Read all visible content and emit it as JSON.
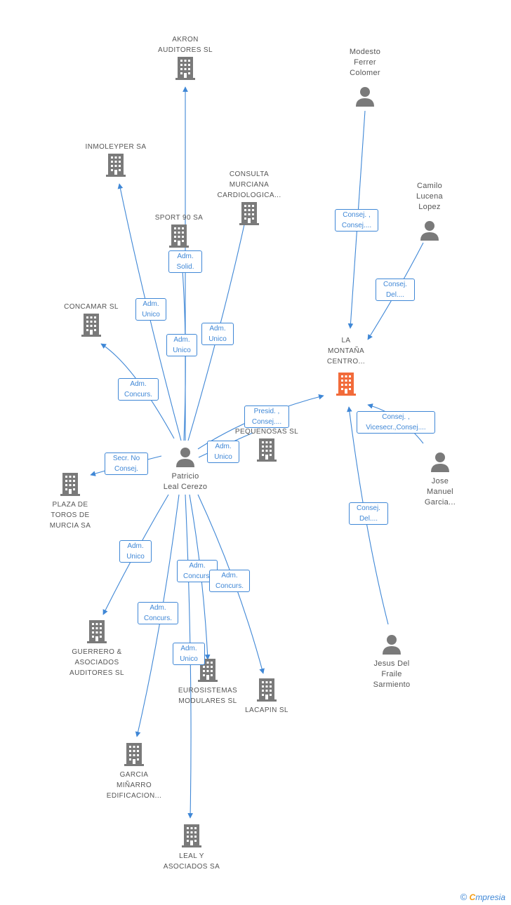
{
  "colors": {
    "edge": "#3f87d6",
    "company_icon": "#7a7a7a",
    "focus_icon": "#f26b3a",
    "person_icon": "#7a7a7a",
    "text": "#555555"
  },
  "nodes": {
    "akron": {
      "name": "AKRON\nAUDITORES SL",
      "kind": "company"
    },
    "inmoleyper": {
      "name": "INMOLEYPER SA",
      "kind": "company"
    },
    "consulta": {
      "name": "CONSULTA\nMURCIANA\nCARDIOLOGICA...",
      "kind": "company"
    },
    "sport90": {
      "name": "SPORT 90 SA",
      "kind": "company"
    },
    "concamar": {
      "name": "CONCAMAR SL",
      "kind": "company"
    },
    "pequenosas": {
      "name": "PEQUEÑOSAS SL",
      "kind": "company"
    },
    "plaza": {
      "name": "PLAZA DE\nTOROS DE\nMURCIA SA",
      "kind": "company"
    },
    "guerrero": {
      "name": "GUERRERO &\nASOCIADOS\nAUDITORES SL",
      "kind": "company"
    },
    "eurosistemas": {
      "name": "EUROSISTEMAS\nMODULARES SL",
      "kind": "company"
    },
    "lacapin": {
      "name": "LACAPIN SL",
      "kind": "company"
    },
    "garcia": {
      "name": "GARCIA\nMIÑARRO\nEDIFICACION...",
      "kind": "company"
    },
    "leal_asociados": {
      "name": "LEAL Y\nASOCIADOS SA",
      "kind": "company"
    },
    "la_montana": {
      "name": "LA\nMONTAÑA\nCENTRO...",
      "kind": "focus"
    },
    "patricio": {
      "name": "Patricio\nLeal Cerezo",
      "kind": "person"
    },
    "modesto": {
      "name": "Modesto\nFerrer\nColomer",
      "kind": "person"
    },
    "camilo": {
      "name": "Camilo\nLucena\nLopez",
      "kind": "person"
    },
    "jose": {
      "name": "Jose\nManuel\nGarcia...",
      "kind": "person"
    },
    "jesus": {
      "name": "Jesus Del\nFraile\nSarmiento",
      "kind": "person"
    }
  },
  "edges": [
    {
      "id": "e_akron",
      "label": ""
    },
    {
      "id": "e_inmoleyper",
      "label": "Adm.\nUnico"
    },
    {
      "id": "e_sport90",
      "label": "Adm.\nSolid."
    },
    {
      "id": "e_sport90b",
      "label": "Adm.\nUnico"
    },
    {
      "id": "e_consulta",
      "label": "Adm.\nUnico"
    },
    {
      "id": "e_concamar",
      "label": "Adm.\nConcurs."
    },
    {
      "id": "e_montana_p",
      "label": "Presid. ,\nConsej...."
    },
    {
      "id": "e_pequenosas",
      "label": "Adm.\nUnico"
    },
    {
      "id": "e_plaza",
      "label": "Secr.  No\nConsej."
    },
    {
      "id": "e_guerrero",
      "label": "Adm.\nUnico"
    },
    {
      "id": "e_garcia",
      "label": "Adm.\nConcurs."
    },
    {
      "id": "e_euro",
      "label": "Adm.\nConcurs."
    },
    {
      "id": "e_lacapin",
      "label": "Adm.\nConcurs."
    },
    {
      "id": "e_leal",
      "label": "Adm.\nUnico"
    },
    {
      "id": "e_modesto",
      "label": "Consej. ,\nConsej...."
    },
    {
      "id": "e_camilo",
      "label": "Consej.\nDel...."
    },
    {
      "id": "e_jose",
      "label": "Consej. ,\nVicesecr.,Consej...."
    },
    {
      "id": "e_jesus",
      "label": "Consej.\nDel...."
    }
  ],
  "footer": {
    "copyright": "©",
    "brand_first": "C",
    "brand_rest": "mpresia"
  }
}
